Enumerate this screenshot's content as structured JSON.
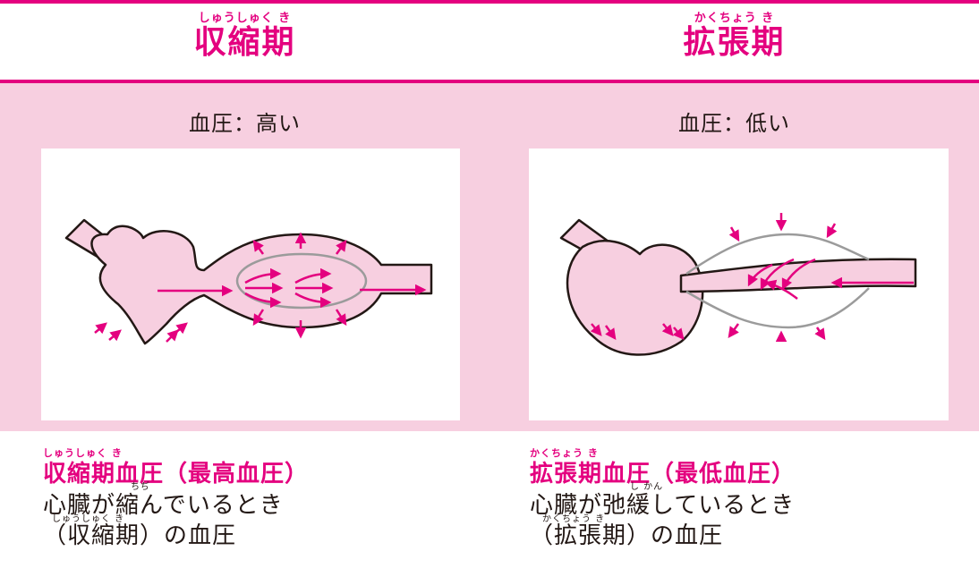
{
  "left": {
    "title_ruby": "しゅうしゅく き",
    "title": "収縮期",
    "bp_label": "血圧：高い",
    "bottom_ruby": "しゅうしゅく き",
    "bottom_title": "収縮期血圧（最高血圧）",
    "line1": "心臓が縮んでいるとき",
    "line1_ruby": "ちぢ",
    "line2_ruby": "しゅうしゅく き",
    "line2": "（収縮期）の血圧"
  },
  "right": {
    "title_ruby": "かくちょう き",
    "title": "拡張期",
    "bp_label": "血圧：低い",
    "bottom_ruby": "かくちょう き",
    "bottom_title": "拡張期血圧（最低血圧）",
    "line1": "心臓が弛緩しているとき",
    "line1_ruby": "し かん",
    "line2_ruby": "かくちょう き",
    "line2": "（拡張期）の血圧"
  },
  "colors": {
    "accent": "#e4007f",
    "band": "#f7cfe0",
    "heart_fill": "#f7cfe0",
    "outline": "#231815",
    "vessel_gray": "#9b9b9b"
  }
}
